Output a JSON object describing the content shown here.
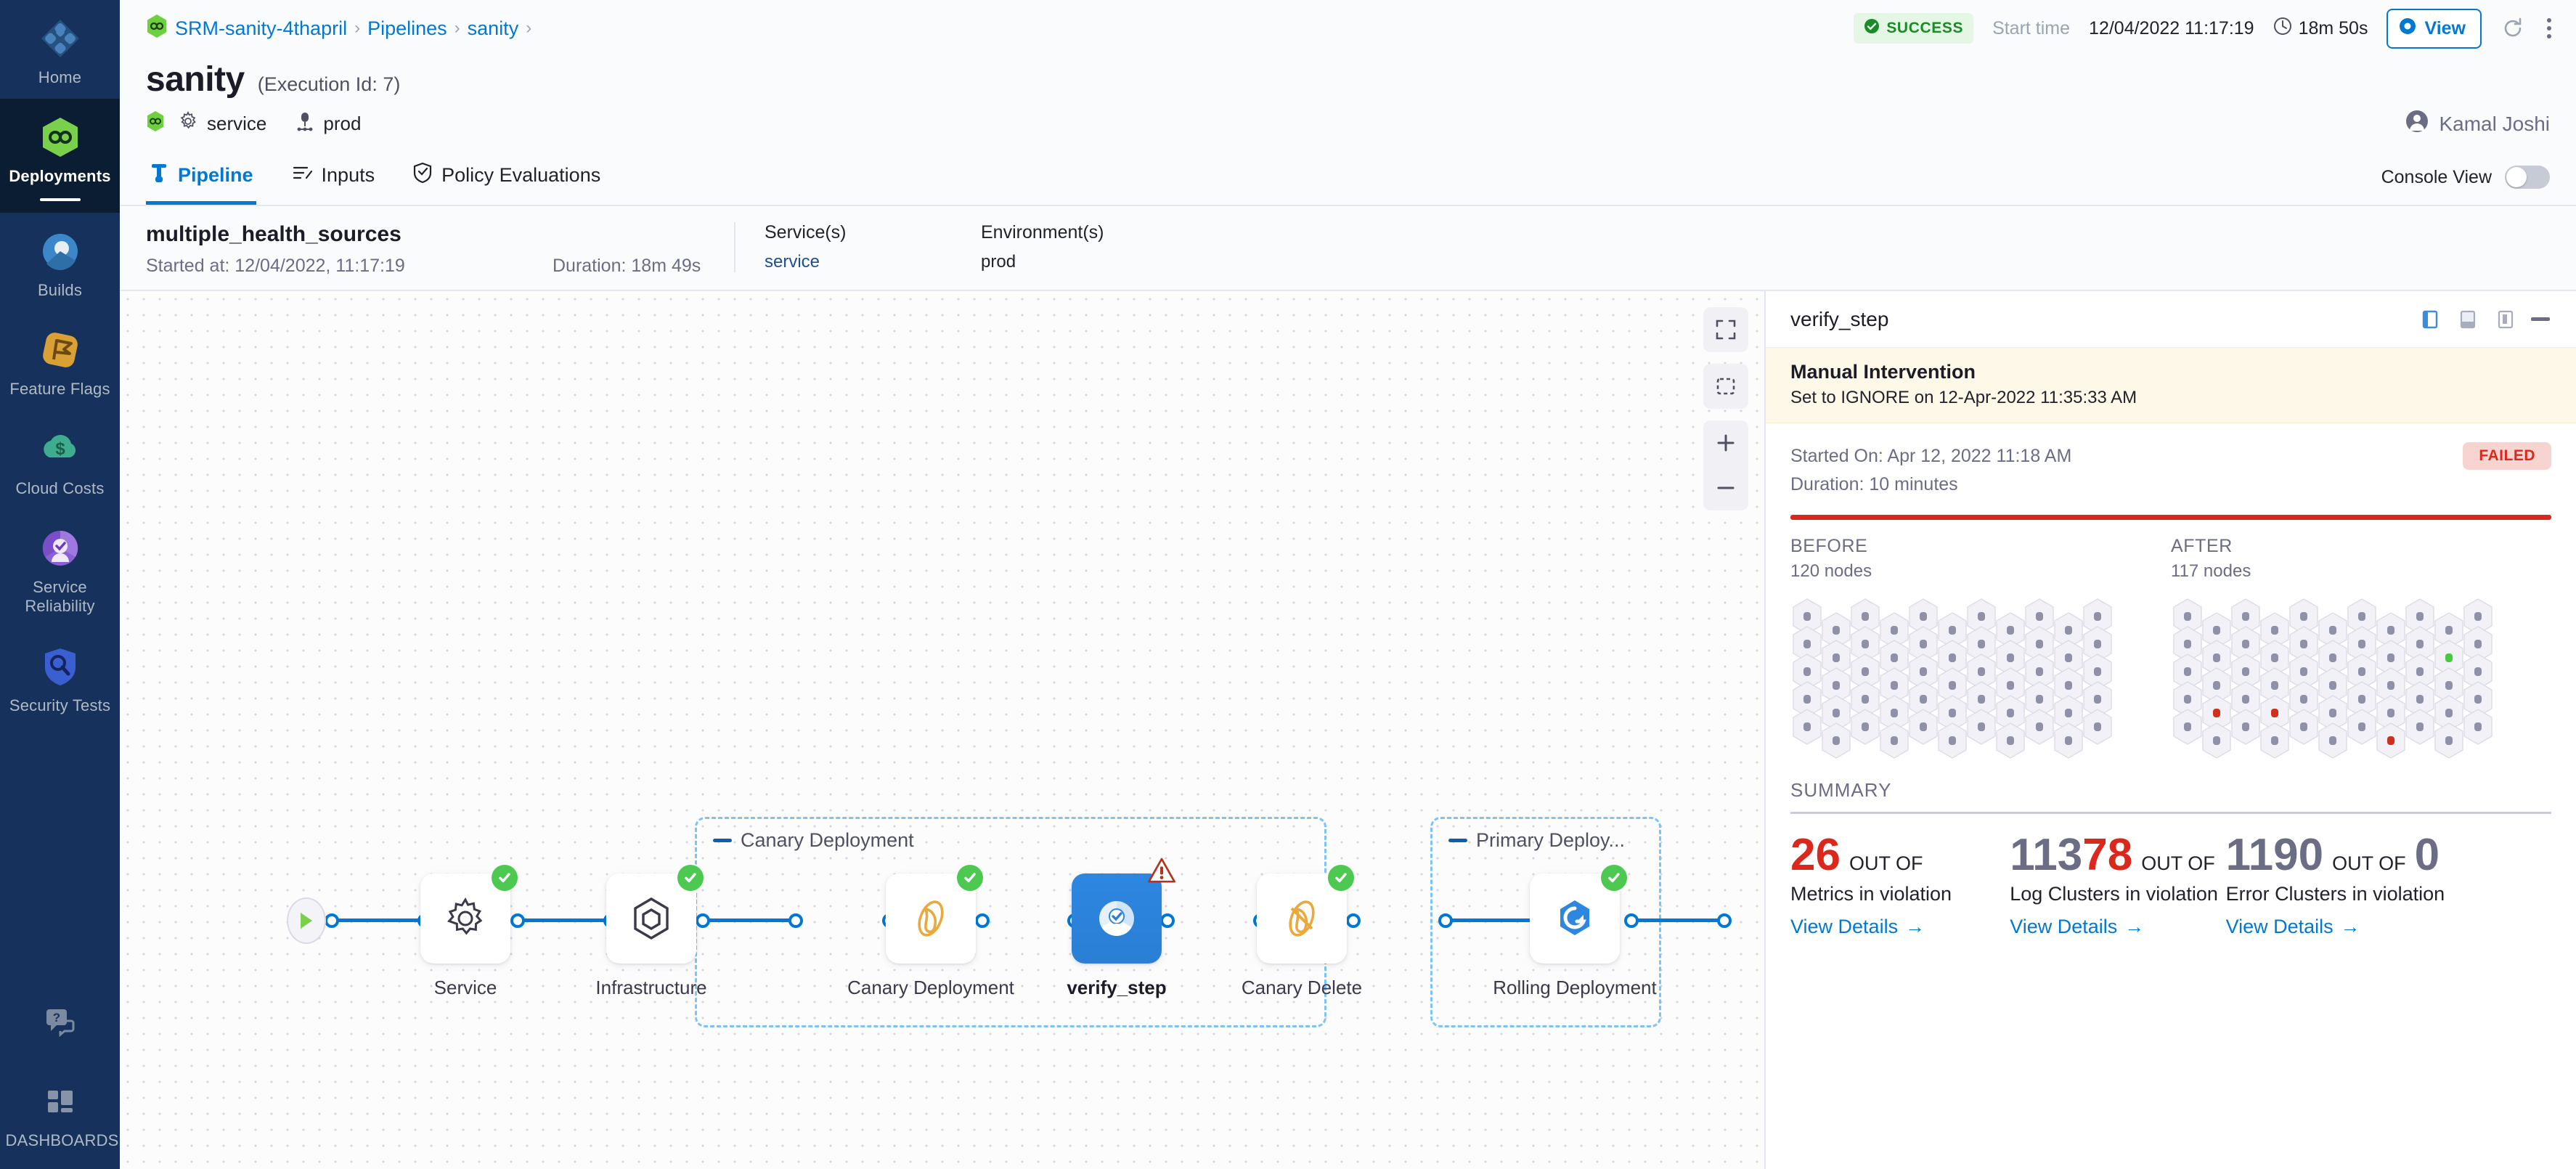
{
  "sidebar": {
    "items": [
      {
        "label": "Home",
        "icon": "home-grid-icon",
        "active": false
      },
      {
        "label": "Deployments",
        "icon": "deployments-hex-icon",
        "active": true
      },
      {
        "label": "Builds",
        "icon": "builds-icon",
        "active": false
      },
      {
        "label": "Feature Flags",
        "icon": "feature-flags-icon",
        "active": false
      },
      {
        "label": "Cloud Costs",
        "icon": "cloud-costs-icon",
        "active": false
      },
      {
        "label": "Service Reliability",
        "icon": "service-reliability-icon",
        "active": false
      },
      {
        "label": "Security Tests",
        "icon": "security-tests-shield-icon",
        "active": false
      },
      {
        "label": "",
        "icon": "help-chat-icon",
        "active": false
      },
      {
        "label": "DASHBOARDS",
        "icon": "dashboards-icon",
        "active": false
      }
    ]
  },
  "topbar": {
    "breadcrumbs": [
      {
        "label": "SRM-sanity-4thapril",
        "icon": "harness-hex-icon"
      },
      {
        "label": "Pipelines"
      },
      {
        "label": "sanity"
      }
    ],
    "separator": "›",
    "status_badge": "SUCCESS",
    "start_time_label": "Start time",
    "start_time_value": "12/04/2022 11:17:19",
    "duration_value": "18m 50s",
    "view_button": "View",
    "refresh_icon": "refresh-icon",
    "more_icon": "more-vertical-icon",
    "colors": {
      "success": "#1b8a27",
      "accent": "#0278d5",
      "failed": "#da291c"
    }
  },
  "header": {
    "title": "sanity",
    "execution_id": "(Execution Id: 7)",
    "service_chip": "service",
    "environment_chip": "prod",
    "user_name": "Kamal Joshi"
  },
  "tabs": [
    {
      "label": "Pipeline",
      "icon": "pipeline-icon",
      "active": true
    },
    {
      "label": "Inputs",
      "icon": "inputs-icon",
      "active": false
    },
    {
      "label": "Policy Evaluations",
      "icon": "policy-shield-icon",
      "active": false
    }
  ],
  "console_view": {
    "label": "Console View",
    "enabled": false
  },
  "stage_summary": {
    "name": "multiple_health_sources",
    "started_at": "Started at: 12/04/2022, 11:17:19",
    "duration": "Duration: 18m 49s",
    "services_label": "Service(s)",
    "services_value": "service",
    "environments_label": "Environment(s)",
    "environments_value": "prod"
  },
  "graph": {
    "nodes": [
      {
        "id": "service",
        "label": "Service",
        "icon": "gear-icon",
        "status": "success",
        "selected": false
      },
      {
        "id": "infrastructure",
        "label": "Infrastructure",
        "icon": "infrastructure-hex-icon",
        "status": "success",
        "selected": false
      },
      {
        "id": "canary-deployment",
        "label": "Canary Deployment",
        "icon": "canary-bird-icon",
        "status": "success",
        "selected": false
      },
      {
        "id": "verify-step",
        "label": "verify_step",
        "icon": "verify-icon",
        "status": "warning",
        "selected": true
      },
      {
        "id": "canary-delete",
        "label": "Canary Delete",
        "icon": "canary-delete-icon",
        "status": "success",
        "selected": false
      },
      {
        "id": "rolling-deployment",
        "label": "Rolling Deployment",
        "icon": "rolling-deployment-icon",
        "status": "success",
        "selected": false
      }
    ],
    "groups": [
      {
        "id": "canary-group",
        "label": "Canary Deployment"
      },
      {
        "id": "primary-group",
        "label": "Primary Deploy..."
      }
    ],
    "tools": [
      {
        "name": "fullscreen-icon"
      },
      {
        "name": "fit-to-screen-icon"
      },
      {
        "name": "zoom-in-icon"
      },
      {
        "name": "zoom-out-icon"
      }
    ]
  },
  "detail_panel": {
    "title": "verify_step",
    "layout_icons": [
      "panel-right-icon",
      "panel-bottom-icon",
      "panel-float-icon"
    ],
    "minimize_icon": "minimize-icon",
    "banner": {
      "title": "Manual Intervention",
      "subtitle": "Set to IGNORE on 12-Apr-2022 11:35:33 AM"
    },
    "started_on": "Started On: Apr 12, 2022 11:18 AM",
    "duration": "Duration: 10 minutes",
    "status": "FAILED",
    "before": {
      "heading": "BEFORE",
      "nodes": "120 nodes"
    },
    "after": {
      "heading": "AFTER",
      "nodes": "117 nodes"
    },
    "summary_heading": "SUMMARY",
    "metrics": [
      {
        "id": "metrics-in-violation",
        "value": "26",
        "value_color": "#da291c",
        "out_of_label": "OUT OF",
        "total": "113",
        "total_color": "#6b6d85",
        "description": "Metrics in violation",
        "link": "View Details"
      },
      {
        "id": "log-clusters-in-violation",
        "value": "78",
        "value_color": "#da291c",
        "out_of_label": "OUT OF",
        "total": "1190",
        "total_color": "#6b6d85",
        "description": "Log Clusters in violation",
        "link": "View Details"
      },
      {
        "id": "error-clusters-in-violation",
        "value": "0",
        "value_color": "#6b6d85",
        "out_of_label": "OUT OF",
        "total": "0",
        "total_color": "#6b6d85",
        "description": "Error Clusters in violation",
        "link": "View Details"
      }
    ],
    "link_arrow": "→"
  }
}
